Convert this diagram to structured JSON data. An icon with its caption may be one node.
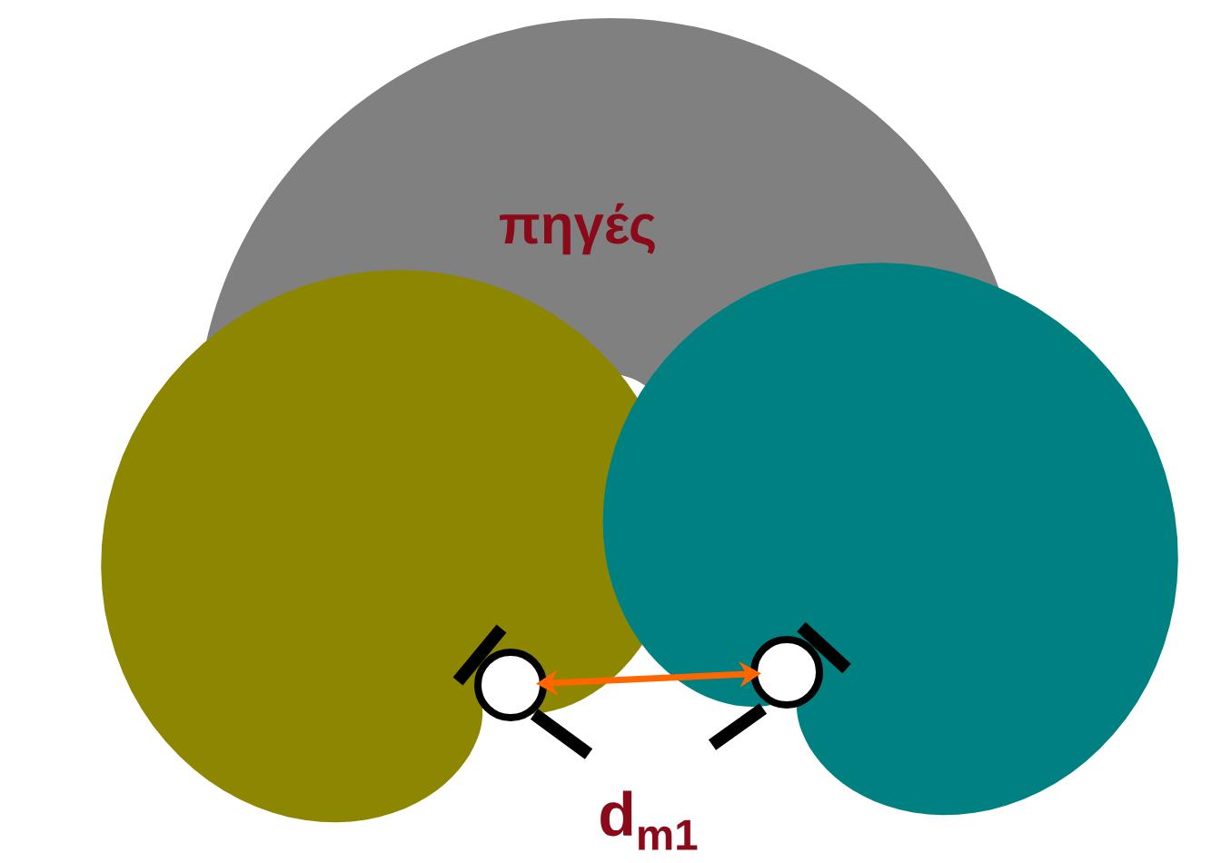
{
  "diagram": {
    "nodes": [
      {
        "text": [
          "πηγές"
        ]
      },
      {
        "text": [],
        "shape": "circle"
      },
      {
        "text": [],
        "shape": "circle"
      }
    ],
    "edges": [
      {
        "from": 1,
        "to": 2,
        "arrow": "both",
        "label": "d$_{m1}$",
        "color": "#ff6600"
      }
    ]
  }
}
